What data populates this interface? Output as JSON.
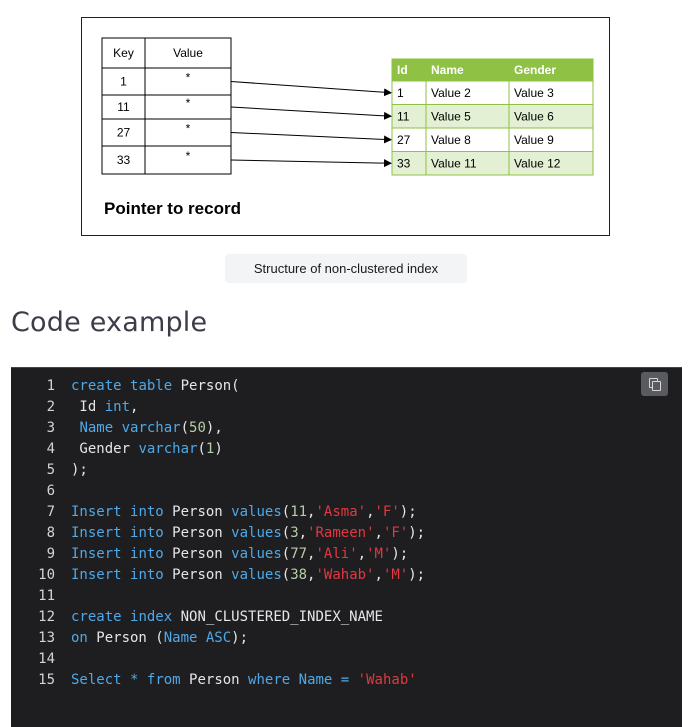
{
  "diagram": {
    "index_table": {
      "headers": [
        "Key",
        "Value"
      ],
      "rows": [
        {
          "key": "1",
          "value": "*"
        },
        {
          "key": "11",
          "value": "*"
        },
        {
          "key": "27",
          "value": "*"
        },
        {
          "key": "33",
          "value": "*"
        }
      ]
    },
    "data_table": {
      "headers": [
        "Id",
        "Name",
        "Gender"
      ],
      "rows": [
        [
          "1",
          "Value 2",
          "Value 3"
        ],
        [
          "11",
          "Value 5",
          "Value 6"
        ],
        [
          "27",
          "Value 8",
          "Value 9"
        ],
        [
          "33",
          "Value 11",
          "Value 12"
        ]
      ],
      "header_color": "#8fc144",
      "stripe_color": "#e3f0d3"
    },
    "caption": "Pointer to record"
  },
  "figure_caption": "Structure of non-clustered index",
  "heading": "Code example",
  "code": {
    "copy_icon": "copy-icon",
    "lines": [
      {
        "n": "1",
        "tokens": [
          [
            "kw",
            "create"
          ],
          [
            "p",
            " "
          ],
          [
            "kw",
            "table"
          ],
          [
            "p",
            " Person("
          ]
        ]
      },
      {
        "n": "2",
        "tokens": [
          [
            "p",
            " Id "
          ],
          [
            "kw",
            "int"
          ],
          [
            "p",
            ","
          ]
        ]
      },
      {
        "n": "3",
        "tokens": [
          [
            "p",
            " "
          ],
          [
            "kw",
            "Name"
          ],
          [
            "p",
            " "
          ],
          [
            "kw",
            "varchar"
          ],
          [
            "p",
            "("
          ],
          [
            "num",
            "50"
          ],
          [
            "p",
            "),"
          ]
        ]
      },
      {
        "n": "4",
        "tokens": [
          [
            "p",
            " Gender "
          ],
          [
            "kw",
            "varchar"
          ],
          [
            "p",
            "("
          ],
          [
            "num",
            "1"
          ],
          [
            "p",
            ")"
          ]
        ]
      },
      {
        "n": "5",
        "tokens": [
          [
            "p",
            ");"
          ]
        ]
      },
      {
        "n": "6",
        "tokens": []
      },
      {
        "n": "7",
        "tokens": [
          [
            "kw",
            "Insert"
          ],
          [
            "p",
            " "
          ],
          [
            "kw",
            "into"
          ],
          [
            "p",
            " Person "
          ],
          [
            "kw",
            "values"
          ],
          [
            "p",
            "("
          ],
          [
            "num",
            "11"
          ],
          [
            "p",
            ","
          ],
          [
            "str",
            "'Asma'"
          ],
          [
            "p",
            ","
          ],
          [
            "str",
            "'F'"
          ],
          [
            "p",
            ");"
          ]
        ]
      },
      {
        "n": "8",
        "tokens": [
          [
            "kw",
            "Insert"
          ],
          [
            "p",
            " "
          ],
          [
            "kw",
            "into"
          ],
          [
            "p",
            " Person "
          ],
          [
            "kw",
            "values"
          ],
          [
            "p",
            "("
          ],
          [
            "num",
            "3"
          ],
          [
            "p",
            ","
          ],
          [
            "str",
            "'Rameen'"
          ],
          [
            "p",
            ","
          ],
          [
            "str",
            "'F'"
          ],
          [
            "p",
            ");"
          ]
        ]
      },
      {
        "n": "9",
        "tokens": [
          [
            "kw",
            "Insert"
          ],
          [
            "p",
            " "
          ],
          [
            "kw",
            "into"
          ],
          [
            "p",
            " Person "
          ],
          [
            "kw",
            "values"
          ],
          [
            "p",
            "("
          ],
          [
            "num",
            "77"
          ],
          [
            "p",
            ","
          ],
          [
            "str",
            "'Ali'"
          ],
          [
            "p",
            ","
          ],
          [
            "str",
            "'M'"
          ],
          [
            "p",
            ");"
          ]
        ]
      },
      {
        "n": "10",
        "tokens": [
          [
            "kw",
            "Insert"
          ],
          [
            "p",
            " "
          ],
          [
            "kw",
            "into"
          ],
          [
            "p",
            " Person "
          ],
          [
            "kw",
            "values"
          ],
          [
            "p",
            "("
          ],
          [
            "num",
            "38"
          ],
          [
            "p",
            ","
          ],
          [
            "str",
            "'Wahab'"
          ],
          [
            "p",
            ","
          ],
          [
            "str",
            "'M'"
          ],
          [
            "p",
            ");"
          ]
        ]
      },
      {
        "n": "11",
        "tokens": []
      },
      {
        "n": "12",
        "tokens": [
          [
            "kw",
            "create"
          ],
          [
            "p",
            " "
          ],
          [
            "kw",
            "index"
          ],
          [
            "p",
            " NON_CLUSTERED_INDEX_NAME"
          ]
        ]
      },
      {
        "n": "13",
        "tokens": [
          [
            "kw",
            "on"
          ],
          [
            "p",
            " Person ("
          ],
          [
            "kw",
            "Name"
          ],
          [
            "p",
            " "
          ],
          [
            "kw",
            "ASC"
          ],
          [
            "p",
            ");"
          ]
        ]
      },
      {
        "n": "14",
        "tokens": []
      },
      {
        "n": "15",
        "tokens": [
          [
            "kw",
            "Select"
          ],
          [
            "p",
            " "
          ],
          [
            "kw",
            "*"
          ],
          [
            "p",
            " "
          ],
          [
            "kw",
            "from"
          ],
          [
            "p",
            " Person "
          ],
          [
            "kw",
            "where"
          ],
          [
            "p",
            " "
          ],
          [
            "kw",
            "Name"
          ],
          [
            "p",
            " "
          ],
          [
            "kw",
            "="
          ],
          [
            "p",
            " "
          ],
          [
            "str",
            "'Wahab'"
          ]
        ]
      }
    ]
  }
}
